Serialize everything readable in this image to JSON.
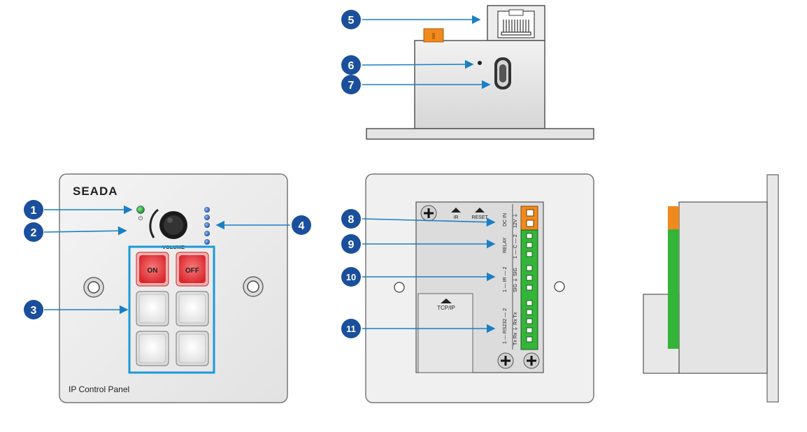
{
  "front_panel": {
    "brand": "SEADA",
    "product_name": "IP Control Panel",
    "volume_label": "VOLUME",
    "power_symbol": "⏻",
    "buttons": [
      {
        "label": "ON",
        "color": "#e0343a"
      },
      {
        "label": "OFF",
        "color": "#e0343a"
      },
      {
        "label": ""
      },
      {
        "label": ""
      },
      {
        "label": ""
      },
      {
        "label": ""
      }
    ],
    "volume_leds": 5
  },
  "rear_panel": {
    "ir_label": "IR",
    "reset_label": "RESET",
    "tcpip_label": "TCP/IP",
    "dc_label": "DC IN",
    "dc_pins": "12V ⏚",
    "relay_label": "RELAY",
    "relay_pins": "1 — C — 2",
    "ir_port_label": "1 — IR — 2",
    "ir_pins": "SIG ⏚ SIG",
    "rs232_label": "1 — RS232 — 2",
    "rs232_pins": "Tx Rx ⏚ Rx Tx",
    "colors": {
      "terminal": "#3fbf3f",
      "dc_terminal": "#f08a1c"
    }
  },
  "callouts": [
    {
      "id": "1",
      "number": "1"
    },
    {
      "id": "2",
      "number": "2"
    },
    {
      "id": "3",
      "number": "3"
    },
    {
      "id": "4",
      "number": "4"
    },
    {
      "id": "5",
      "number": "5"
    },
    {
      "id": "6",
      "number": "6"
    },
    {
      "id": "7",
      "number": "7"
    },
    {
      "id": "8",
      "number": "8"
    },
    {
      "id": "9",
      "number": "9"
    },
    {
      "id": "10",
      "number": "10"
    },
    {
      "id": "11",
      "number": "11"
    }
  ],
  "colors": {
    "callout": "#1a4f9c",
    "arrow": "#1a7fc4",
    "highlight_box": "#1a9ad6",
    "panel_fill": "#eeeeee",
    "led_green": "#2ea043",
    "led_blue": "#2a5db0"
  }
}
